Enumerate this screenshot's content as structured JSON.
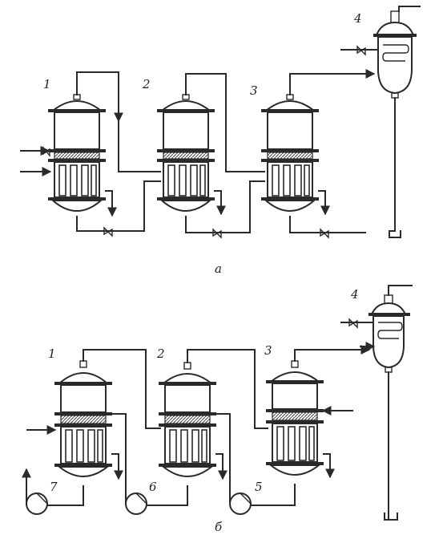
{
  "diagram_a": {
    "caption": "а",
    "labels": [
      "1",
      "2",
      "3",
      "4"
    ]
  },
  "diagram_b": {
    "caption": "б",
    "labels": [
      "1",
      "2",
      "3",
      "4",
      "5",
      "6",
      "7"
    ]
  }
}
